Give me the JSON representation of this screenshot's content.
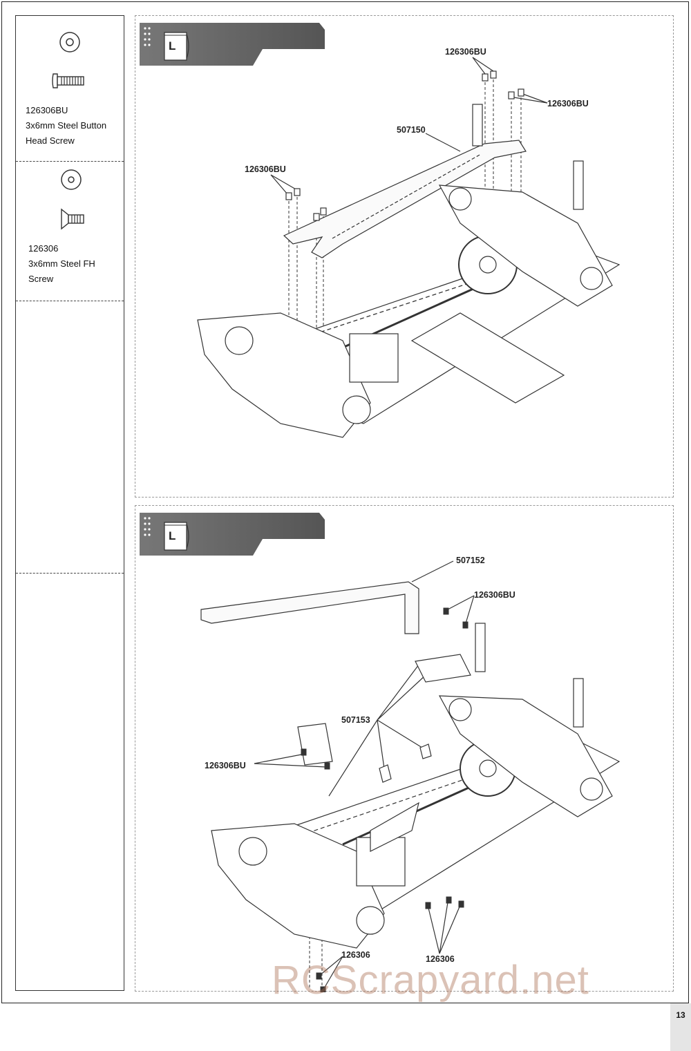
{
  "sidebar": {
    "parts": [
      {
        "part_no": "126306BU",
        "desc_line1": "3x6mm Steel Button",
        "desc_line2": "Head Screw",
        "washer_icon": "washer-icon",
        "screw_icon": "button-head-screw-icon"
      },
      {
        "part_no": "126306",
        "desc_line1": "3x6mm Steel FH",
        "desc_line2": "Screw",
        "washer_icon": "washer-icon",
        "screw_icon": "flat-head-screw-icon"
      }
    ]
  },
  "steps": [
    {
      "bag_letter": "L",
      "callouts": {
        "top_pair": "126306BU",
        "right_pair": "126306BU",
        "brace": "507150",
        "left_pair": "126306BU"
      }
    },
    {
      "bag_letter": "L",
      "callouts": {
        "bar": "507152",
        "top_pair": "126306BU",
        "mounts": "507153",
        "left_pair": "126306BU",
        "bottom_left": "126306",
        "bottom_right": "126306"
      }
    }
  ],
  "page_number": "13",
  "watermark": "RCScrapyard.net"
}
